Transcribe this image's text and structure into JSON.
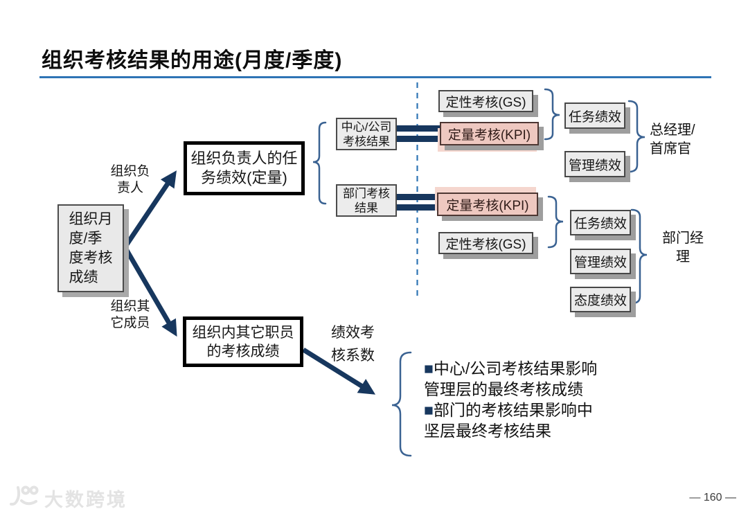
{
  "header": {
    "title": "组织考核结果的用途(月度/季度)"
  },
  "source_box": {
    "label": "组织月\n度/季\n度考核\n成绩"
  },
  "branch_labels": {
    "top": "组织负\n责人",
    "bottom": "组织其\n它成员"
  },
  "task_boxes": {
    "leader": "组织负责人的任\n务绩效(定量)",
    "others": "组织内其它职员\n的考核成绩"
  },
  "result_boxes": {
    "center_company": "中心/公司\n考核结果",
    "department": "部门考核\n结果"
  },
  "top_group": {
    "gs": "定性考核(GS)",
    "kpi": "定量考核(KPI)",
    "outcomes": [
      "任务绩效",
      "管理绩效"
    ],
    "role": "总经理/\n首席官"
  },
  "bottom_group": {
    "kpi": "定量考核(KPI)",
    "gs": "定性考核(GS)",
    "outcomes": [
      "任务绩效",
      "管理绩效",
      "态度绩效"
    ],
    "role": "部门经\n理"
  },
  "coefficient_label": "绩效考\n核系数",
  "notes": {
    "marker": "■",
    "items": [
      "中心/公司考核结果影响\n管理层的最终考核成绩",
      "部门的考核结果影响中\n坚层最终考核结果"
    ]
  },
  "footer": {
    "watermark": "大数跨境",
    "page_number": "— 160 —"
  },
  "colors": {
    "arrow_navy": "#17375e",
    "brace_blue": "#3a6292",
    "divider_blue": "#2e74b5",
    "pink_fill": "#eec8c0",
    "pink_border": "#4d3733",
    "gray_fill": "#ebebeb"
  }
}
